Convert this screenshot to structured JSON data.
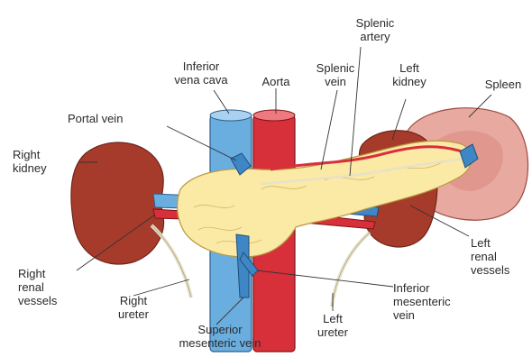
{
  "labels": {
    "splenic_artery": "Splenic\nartery",
    "inferior_vena_cava": "Inferior\nvena cava",
    "aorta": "Aorta",
    "splenic_vein": "Splenic\nvein",
    "left_kidney": "Left\nkidney",
    "spleen": "Spleen",
    "portal_vein": "Portal vein",
    "right_kidney": "Right\nkidney",
    "left_renal_vessels": "Left\nrenal\nvessels",
    "right_renal_vessels": "Right\nrenal\nvessels",
    "right_ureter": "Right\nureter",
    "inferior_mesenteric_vein": "Inferior\nmesenteric\nvein",
    "left_ureter": "Left\nureter",
    "superior_mesenteric_vein": "Superior\nmesenteric vein"
  },
  "colors": {
    "kidney": "#a63b2b",
    "spleen": "#e8a9a0",
    "pancreas": "#fbe9a6",
    "vena_cava": "#6aaee0",
    "aorta": "#d8303a",
    "vein_blue": "#3f86c4",
    "leader": "#333333"
  }
}
